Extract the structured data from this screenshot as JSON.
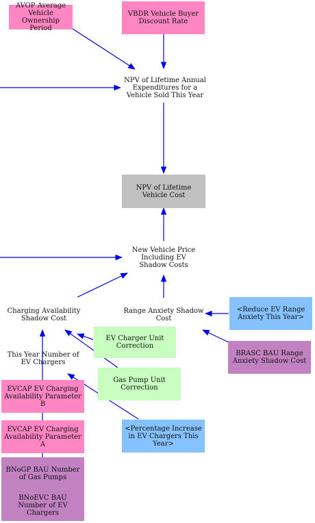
{
  "nodes": {
    "avop": "AVOP Average Vehicle Ownership Period",
    "vbdr": "VBDR Vehicle Buyer Discount Rate",
    "npv_annual": "NPV of Lifetime Annual Expenditures for a Vehicle Sold This Year",
    "npv_vehicle_cost": "NPV of Lifetime Vehicle Cost",
    "new_vehicle_price": "New Vehicle Price Including EV Shadow Costs",
    "charging_availability": "Charging Availability Shadow Cost",
    "range_anxiety": "Range Anxiety Shadow Cost",
    "reduce_ev_range": "<Reduce EV Range Anxiety This Year>",
    "ev_charger_unit_correction": "EV Charger Unit Correction",
    "brasc": "BRASC BAU Range Anxiety Shadow Cost",
    "this_year_ev_chargers": "This Year Number of EV Chargers",
    "gas_pump_unit_correction": "Gas Pump Unit Correction",
    "evcap_b": "EVCAP EV Charging Availability Parameter B",
    "evcap_a": "EVCAP EV Charging Availability Parameter A",
    "pct_increase_ev_chargers": "<Percentage Increase in EV Chargers This Year>",
    "bnogp": "BNoGP BAU Number of Gas Pumps",
    "bnoevc": "BNoEVC BAU Number of EV Chargers"
  },
  "colors": {
    "arrow": "#0000ee",
    "pink": "#ff86c2",
    "gray": "#c0c0c0",
    "green": "#c8ffc0",
    "blue": "#86c2ff",
    "purple": "#c282c2"
  }
}
